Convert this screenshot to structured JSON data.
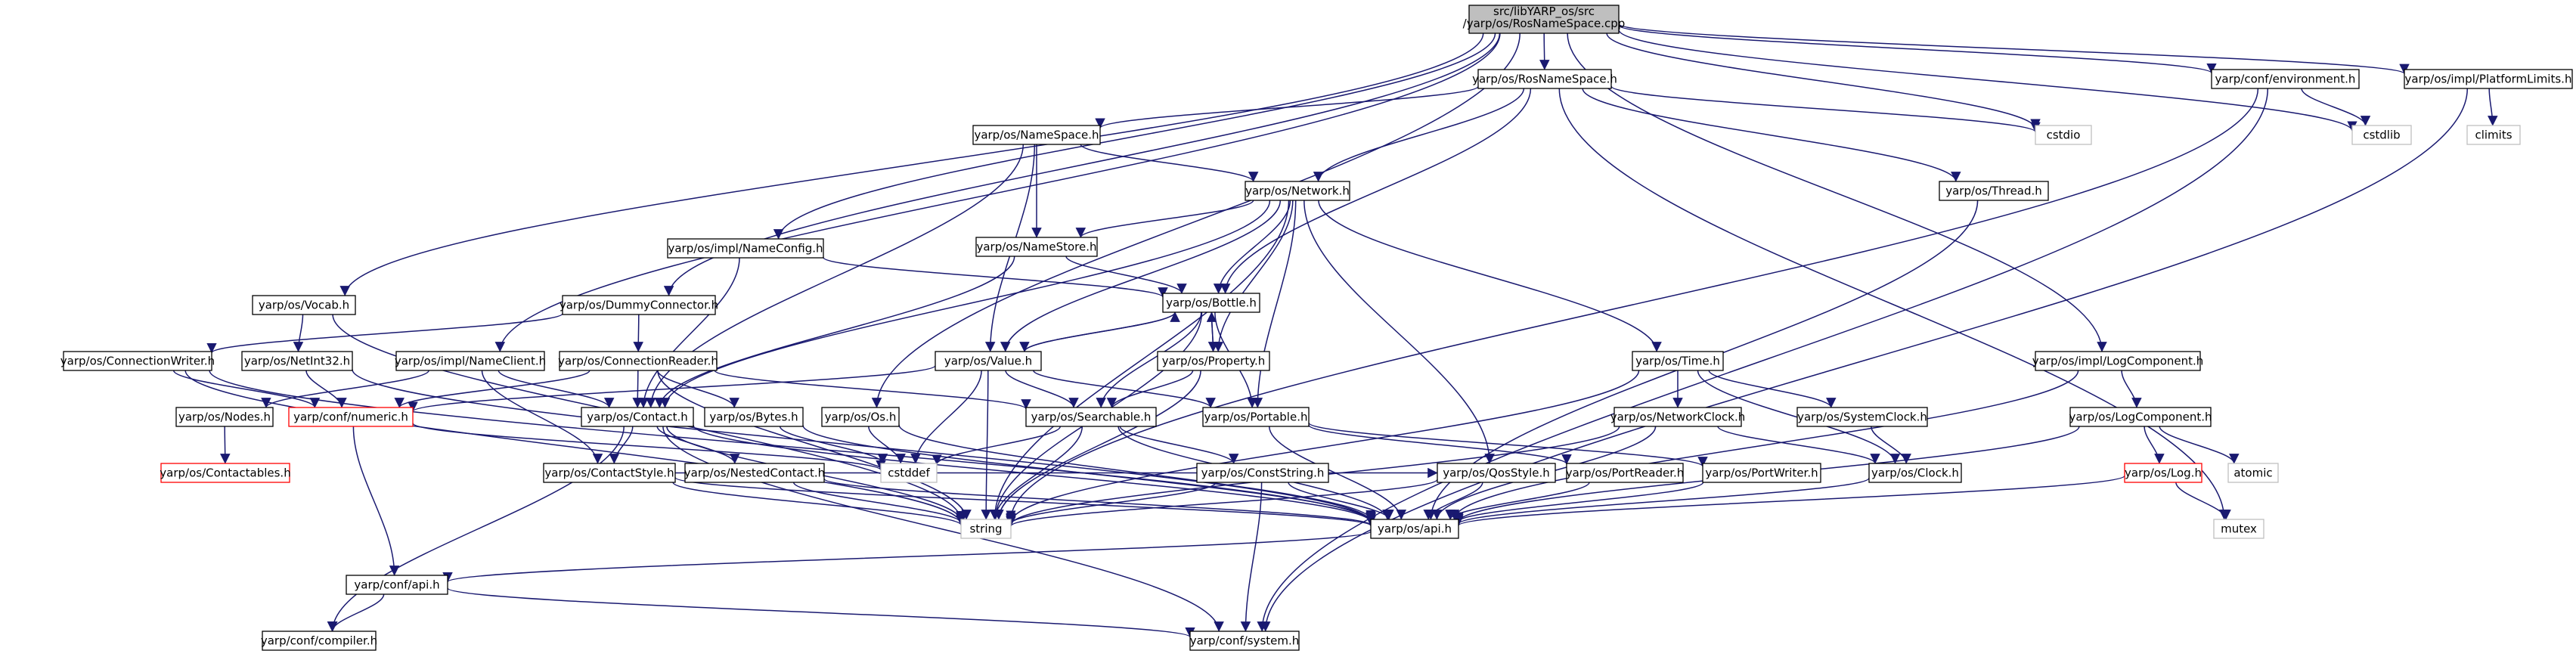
{
  "colors": {
    "edge": "#191970",
    "node_border": "#000000",
    "root_fill": "#bfbfbf",
    "sys_border": "#bfbfbf",
    "red_border": "#ff0000",
    "sys_text": "#7f7f7f",
    "background": "#ffffff"
  },
  "nodes": {
    "root": {
      "label1": "src/libYARP_os/src",
      "label2": "/yarp/os/RosNameSpace.cpp",
      "kind": "root"
    },
    "rosns": {
      "label": "yarp/os/RosNameSpace.h",
      "kind": "normal"
    },
    "cstdio": {
      "label": "cstdio",
      "kind": "system"
    },
    "envh": {
      "label": "yarp/conf/environment.h",
      "kind": "normal"
    },
    "cstdlib": {
      "label": "cstdlib",
      "kind": "system"
    },
    "platf": {
      "label": "yarp/os/impl/PlatformLimits.h",
      "kind": "normal"
    },
    "climits": {
      "label": "climits",
      "kind": "system"
    },
    "namespace": {
      "label": "yarp/os/NameSpace.h",
      "kind": "normal"
    },
    "network": {
      "label": "yarp/os/Network.h",
      "kind": "normal"
    },
    "thread": {
      "label": "yarp/os/Thread.h",
      "kind": "normal"
    },
    "namestore": {
      "label": "yarp/os/NameStore.h",
      "kind": "normal"
    },
    "nameconfig": {
      "label": "yarp/os/impl/NameConfig.h",
      "kind": "normal"
    },
    "bottle": {
      "label": "yarp/os/Bottle.h",
      "kind": "normal"
    },
    "vocab": {
      "label": "yarp/os/Vocab.h",
      "kind": "normal"
    },
    "dummyconn": {
      "label": "yarp/os/DummyConnector.h",
      "kind": "normal"
    },
    "connwriter": {
      "label": "yarp/os/ConnectionWriter.h",
      "kind": "normal"
    },
    "netint32": {
      "label": "yarp/os/NetInt32.h",
      "kind": "normal"
    },
    "nameclient": {
      "label": "yarp/os/impl/NameClient.h",
      "kind": "normal"
    },
    "connreader": {
      "label": "yarp/os/ConnectionReader.h",
      "kind": "normal"
    },
    "value": {
      "label": "yarp/os/Value.h",
      "kind": "normal"
    },
    "property": {
      "label": "yarp/os/Property.h",
      "kind": "normal"
    },
    "time": {
      "label": "yarp/os/Time.h",
      "kind": "normal"
    },
    "logcomp_impl": {
      "label": "yarp/os/impl/LogComponent.h",
      "kind": "normal"
    },
    "nodes": {
      "label": "yarp/os/Nodes.h",
      "kind": "normal"
    },
    "numeric": {
      "label": "yarp/conf/numeric.h",
      "kind": "red"
    },
    "contact": {
      "label": "yarp/os/Contact.h",
      "kind": "normal"
    },
    "bytes": {
      "label": "yarp/os/Bytes.h",
      "kind": "normal"
    },
    "os": {
      "label": "yarp/os/Os.h",
      "kind": "normal"
    },
    "searchable": {
      "label": "yarp/os/Searchable.h",
      "kind": "normal"
    },
    "portable": {
      "label": "yarp/os/Portable.h",
      "kind": "normal"
    },
    "networkclock": {
      "label": "yarp/os/NetworkClock.h",
      "kind": "normal"
    },
    "systemclock": {
      "label": "yarp/os/SystemClock.h",
      "kind": "normal"
    },
    "logcomponent": {
      "label": "yarp/os/LogComponent.h",
      "kind": "normal"
    },
    "atomic": {
      "label": "atomic",
      "kind": "system"
    },
    "contactables": {
      "label": "yarp/os/Contactables.h",
      "kind": "red"
    },
    "cstddef": {
      "label": "cstddef",
      "kind": "system"
    },
    "contactstyle": {
      "label": "yarp/os/ContactStyle.h",
      "kind": "normal"
    },
    "nestedcontact": {
      "label": "yarp/os/NestedContact.h",
      "kind": "normal"
    },
    "conststring": {
      "label": "yarp/os/ConstString.h",
      "kind": "normal"
    },
    "qosstyle": {
      "label": "yarp/os/QosStyle.h",
      "kind": "normal"
    },
    "portreader": {
      "label": "yarp/os/PortReader.h",
      "kind": "normal"
    },
    "portwriter": {
      "label": "yarp/os/PortWriter.h",
      "kind": "normal"
    },
    "clock": {
      "label": "yarp/os/Clock.h",
      "kind": "normal"
    },
    "log": {
      "label": "yarp/os/Log.h",
      "kind": "red"
    },
    "string": {
      "label": "string",
      "kind": "system"
    },
    "osapi": {
      "label": "yarp/os/api.h",
      "kind": "normal"
    },
    "mutex": {
      "label": "mutex",
      "kind": "system"
    },
    "confapi": {
      "label": "yarp/conf/api.h",
      "kind": "normal"
    },
    "compiler": {
      "label": "yarp/conf/compiler.h",
      "kind": "normal"
    },
    "system": {
      "label": "yarp/conf/system.h",
      "kind": "normal"
    }
  },
  "edges": [
    [
      "root",
      "rosns"
    ],
    [
      "root",
      "cstdio"
    ],
    [
      "root",
      "envh"
    ],
    [
      "root",
      "cstdlib"
    ],
    [
      "root",
      "platf"
    ],
    [
      "root",
      "vocab"
    ],
    [
      "root",
      "nameclient"
    ],
    [
      "root",
      "nameconfig"
    ],
    [
      "root",
      "dummyconn"
    ],
    [
      "root",
      "os"
    ],
    [
      "root",
      "logcomp_impl"
    ],
    [
      "rosns",
      "namespace"
    ],
    [
      "rosns",
      "network"
    ],
    [
      "rosns",
      "thread"
    ],
    [
      "rosns",
      "cstdio"
    ],
    [
      "rosns",
      "bottle"
    ],
    [
      "rosns",
      "mutex"
    ],
    [
      "envh",
      "cstdlib"
    ],
    [
      "envh",
      "string"
    ],
    [
      "envh",
      "system"
    ],
    [
      "platf",
      "climits"
    ],
    [
      "platf",
      "system"
    ],
    [
      "namespace",
      "namestore"
    ],
    [
      "namespace",
      "network"
    ],
    [
      "namespace",
      "contact"
    ],
    [
      "namespace",
      "value"
    ],
    [
      "network",
      "namestore"
    ],
    [
      "network",
      "bottle"
    ],
    [
      "network",
      "value"
    ],
    [
      "network",
      "property"
    ],
    [
      "network",
      "portable"
    ],
    [
      "network",
      "time"
    ],
    [
      "network",
      "contact"
    ],
    [
      "network",
      "qosstyle"
    ],
    [
      "network",
      "string"
    ],
    [
      "thread",
      "osapi"
    ],
    [
      "namestore",
      "bottle"
    ],
    [
      "namestore",
      "contact"
    ],
    [
      "nameconfig",
      "bottle"
    ],
    [
      "nameconfig",
      "contact"
    ],
    [
      "bottle",
      "value"
    ],
    [
      "bottle",
      "property"
    ],
    [
      "bottle",
      "searchable"
    ],
    [
      "bottle",
      "portable"
    ],
    [
      "bottle",
      "string"
    ],
    [
      "vocab",
      "netint32"
    ],
    [
      "vocab",
      "string"
    ],
    [
      "dummyconn",
      "connwriter"
    ],
    [
      "dummyconn",
      "connreader"
    ],
    [
      "connwriter",
      "numeric"
    ],
    [
      "connwriter",
      "string"
    ],
    [
      "connwriter",
      "osapi"
    ],
    [
      "netint32",
      "numeric"
    ],
    [
      "netint32",
      "osapi"
    ],
    [
      "nameclient",
      "nodes"
    ],
    [
      "nameclient",
      "contact"
    ],
    [
      "nameclient",
      "contactstyle"
    ],
    [
      "connreader",
      "numeric"
    ],
    [
      "connreader",
      "contact"
    ],
    [
      "connreader",
      "bytes"
    ],
    [
      "connreader",
      "searchable"
    ],
    [
      "connreader",
      "string"
    ],
    [
      "value",
      "bottle"
    ],
    [
      "value",
      "searchable"
    ],
    [
      "value",
      "portable"
    ],
    [
      "value",
      "numeric"
    ],
    [
      "value",
      "string"
    ],
    [
      "value",
      "cstddef"
    ],
    [
      "property",
      "bottle"
    ],
    [
      "property",
      "searchable"
    ],
    [
      "property",
      "string"
    ],
    [
      "time",
      "networkclock"
    ],
    [
      "time",
      "systemclock"
    ],
    [
      "time",
      "clock"
    ],
    [
      "time",
      "string"
    ],
    [
      "logcomp_impl",
      "logcomponent"
    ],
    [
      "logcomp_impl",
      "osapi"
    ],
    [
      "nodes",
      "contactables"
    ],
    [
      "numeric",
      "cstddef"
    ],
    [
      "numeric",
      "confapi"
    ],
    [
      "contact",
      "contactstyle"
    ],
    [
      "contact",
      "nestedcontact"
    ],
    [
      "contact",
      "string"
    ],
    [
      "contact",
      "osapi"
    ],
    [
      "contact",
      "compiler"
    ],
    [
      "contact",
      "system"
    ],
    [
      "bytes",
      "cstddef"
    ],
    [
      "bytes",
      "osapi"
    ],
    [
      "os",
      "cstddef"
    ],
    [
      "os",
      "osapi"
    ],
    [
      "searchable",
      "conststring"
    ],
    [
      "searchable",
      "cstddef"
    ],
    [
      "searchable",
      "string"
    ],
    [
      "searchable",
      "osapi"
    ],
    [
      "portable",
      "portreader"
    ],
    [
      "portable",
      "portwriter"
    ],
    [
      "portable",
      "osapi"
    ],
    [
      "networkclock",
      "clock"
    ],
    [
      "networkclock",
      "osapi"
    ],
    [
      "networkclock",
      "string"
    ],
    [
      "systemclock",
      "clock"
    ],
    [
      "logcomponent",
      "log"
    ],
    [
      "logcomponent",
      "atomic"
    ],
    [
      "logcomponent",
      "osapi"
    ],
    [
      "contactstyle",
      "qosstyle"
    ],
    [
      "contactstyle",
      "string"
    ],
    [
      "contactstyle",
      "osapi"
    ],
    [
      "nestedcontact",
      "string"
    ],
    [
      "nestedcontact",
      "osapi"
    ],
    [
      "conststring",
      "string"
    ],
    [
      "conststring",
      "osapi"
    ],
    [
      "conststring",
      "system"
    ],
    [
      "qosstyle",
      "osapi"
    ],
    [
      "qosstyle",
      "string"
    ],
    [
      "portreader",
      "osapi"
    ],
    [
      "portwriter",
      "osapi"
    ],
    [
      "clock",
      "osapi"
    ],
    [
      "log",
      "mutex"
    ],
    [
      "log",
      "osapi"
    ],
    [
      "osapi",
      "confapi"
    ],
    [
      "confapi",
      "compiler"
    ],
    [
      "confapi",
      "system"
    ]
  ]
}
